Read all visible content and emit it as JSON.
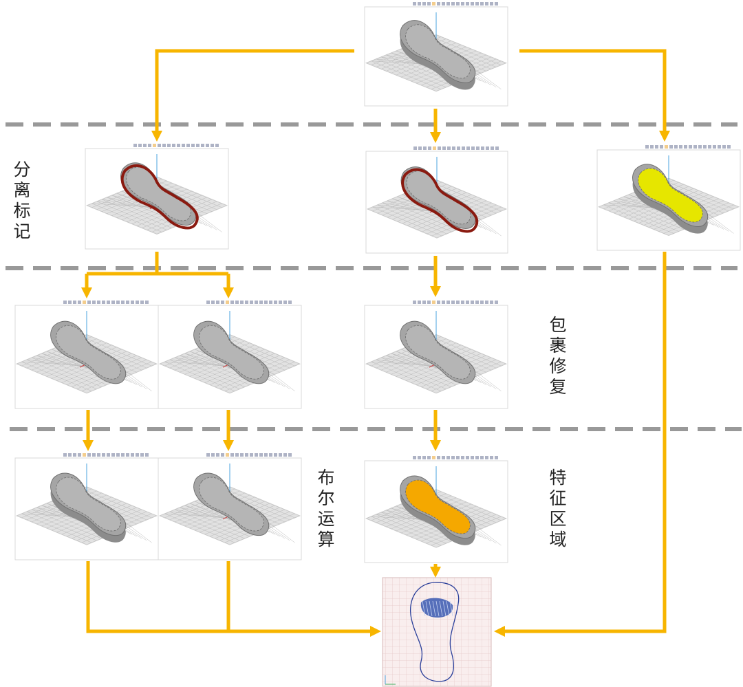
{
  "labels": {
    "separation_mark": [
      "分",
      "离",
      "标",
      "记"
    ],
    "wrap_repair": [
      "包",
      "裹",
      "修",
      "复"
    ],
    "boolean_op": [
      "布",
      "尔",
      "运",
      "算"
    ],
    "feature_region": [
      "特",
      "征",
      "区",
      "域"
    ]
  },
  "colors": {
    "arrow": "#f7b500",
    "divider": "#999999",
    "grid_floor": "#e2e2e2",
    "grid_line": "#b8b8b8",
    "model_gray": "#a5a5a5",
    "model_dark": "#6a6a6a",
    "mark_red": "#8a1a10",
    "mark_yellow": "#e6e600",
    "mark_orange": "#f5a800",
    "output_bg": "#f9eeee",
    "output_grid": "#e6caca",
    "output_outline": "#2a3f9a"
  },
  "icons": [
    "viewport-3d-icon",
    "shoe-sole-model-icon",
    "arrow-down-icon",
    "arrow-right-icon",
    "output-pattern-icon"
  ]
}
